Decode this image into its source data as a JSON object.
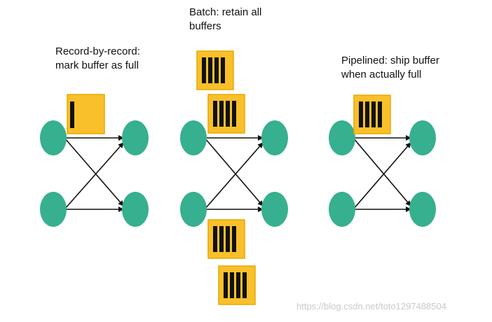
{
  "captions": {
    "record_by_record": "Record-by-record:\nmark buffer as full",
    "batch": "Batch: retain all\nbuffers",
    "pipelined": "Pipelined: ship buffer\nwhen actually full"
  },
  "watermark": "https://blog.csdn.net/toto1297488504",
  "colors": {
    "node": "#36b08f",
    "buffer_fill": "#f9c02b",
    "buffer_stroke": "#e8a800",
    "bar": "#111111",
    "arrow": "#111111"
  }
}
